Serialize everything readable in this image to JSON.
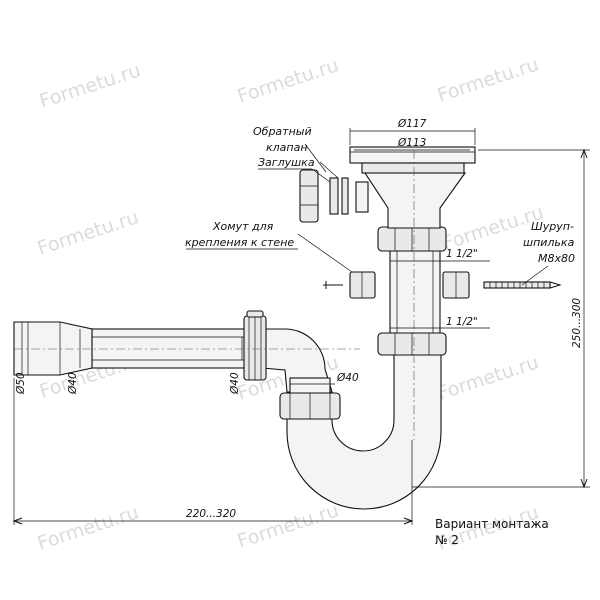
{
  "watermark": "Formetu.ru",
  "labels": {
    "check_valve_1": "Обратный",
    "check_valve_2": "клапан",
    "plug": "Заглушка",
    "clamp_1": "Хомут для",
    "clamp_2": "крепления к стене",
    "screw_1": "Шуруп-",
    "screw_2": "шпилька",
    "screw_3": "М8х80"
  },
  "dimensions": {
    "d117": "Ø117",
    "d113": "Ø113",
    "thread_upper": "1 1/2\"",
    "thread_lower": "1 1/2\"",
    "height": "250...300",
    "length": "220...320",
    "d50": "Ø50",
    "d40_outlet": "Ø40",
    "d40_nut": "Ø40",
    "d40_branch": "Ø40"
  },
  "note": {
    "line1": "Вариант монтажа",
    "line2": "№ 2"
  }
}
